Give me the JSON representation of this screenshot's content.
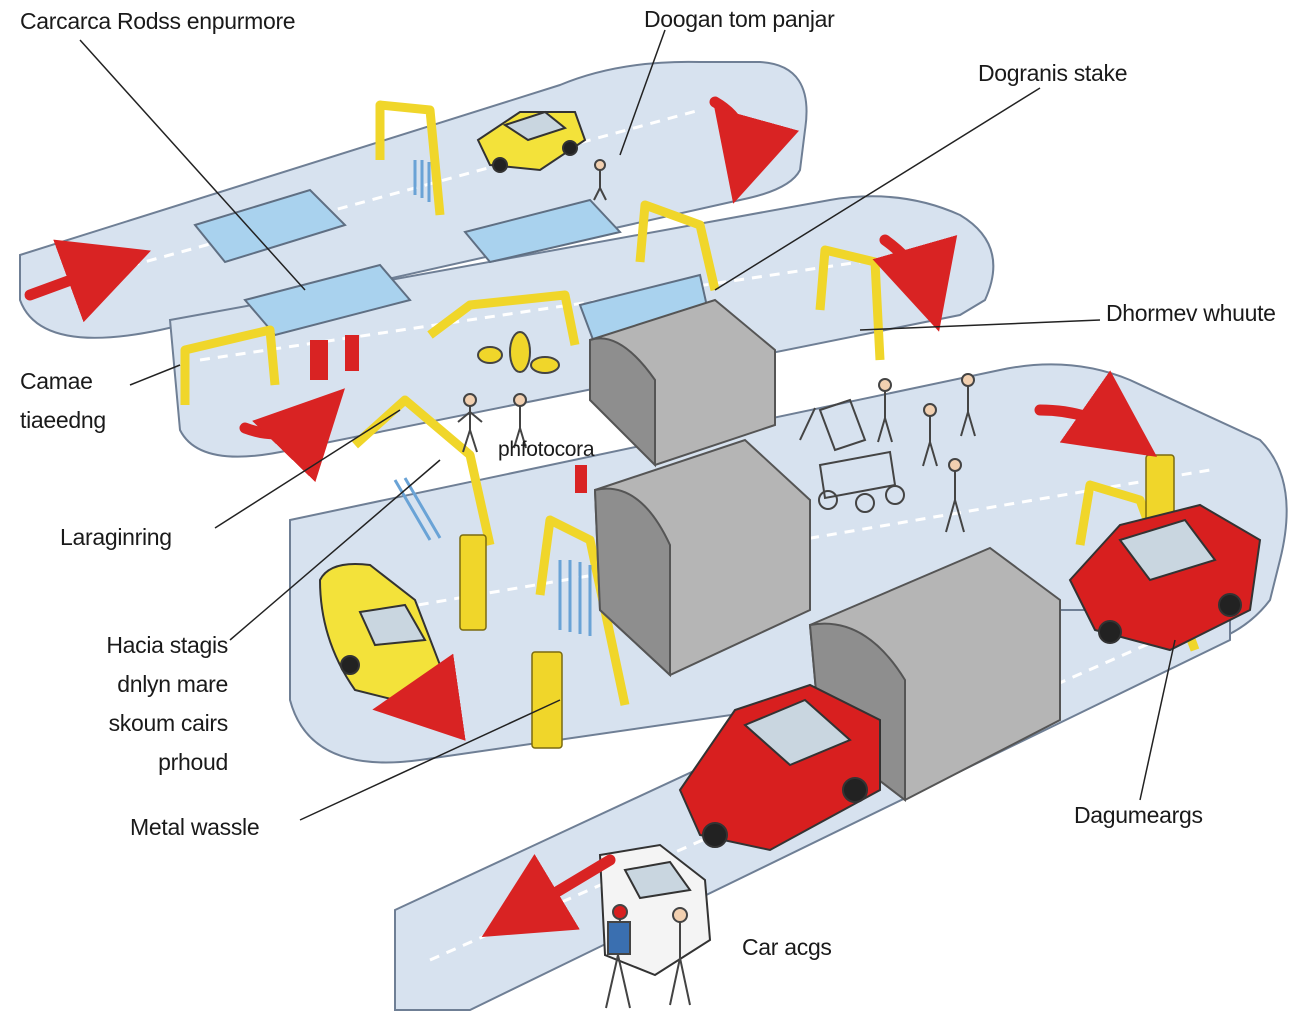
{
  "labels": {
    "top_left": "Carcarca Rodss enpurmore",
    "top_center": "Doogan  tom panjar",
    "top_right": "Dogranis stake",
    "right_mid": "Dhormev whuute",
    "left_1": [
      "Camae",
      "tiaeedng"
    ],
    "center": "phfotocora",
    "left_2": "Laraginring",
    "left_3": [
      "Hacia stagis",
      "dnlyn mare",
      "skoum cairs",
      "prhoud"
    ],
    "bottom_left": "Metal wassle",
    "bottom_right": "Dagumeargs",
    "bottom_center": "Car acgs"
  },
  "colors": {
    "track": "#d7e2ef",
    "track_edge": "#6f7f95",
    "gantry": "#f0d62a",
    "arrow": "#d92323",
    "red_car": "#d81f1f",
    "yellow_car": "#f3e23a",
    "tunnel": "#a9a9a9"
  }
}
